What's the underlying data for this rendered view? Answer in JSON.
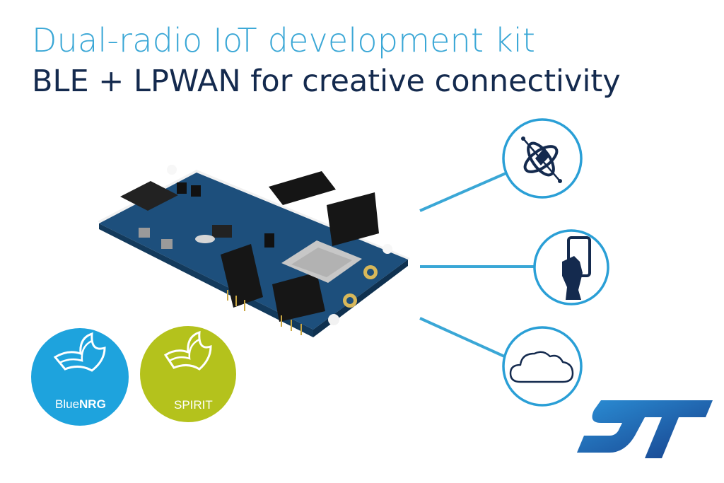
{
  "headline": {
    "line1": "Dual-radio IoT development kit",
    "line2": "BLE + LPWAN for creative connectivity"
  },
  "badges": {
    "bluenrg": {
      "prefix": "Blue",
      "suffix": "NRG",
      "color": "#1ea3dd"
    },
    "spirit": {
      "label": "SPIRIT",
      "color": "#b4c21c"
    }
  },
  "icons": [
    "globe-network-icon",
    "hand-phone-icon",
    "cloud-icon"
  ],
  "colors": {
    "accent": "#3aa7d6",
    "navy": "#142a4e",
    "board": "#1d4f7c",
    "st_blue": "#1f6bb5"
  },
  "brand": {
    "logo": "ST"
  }
}
